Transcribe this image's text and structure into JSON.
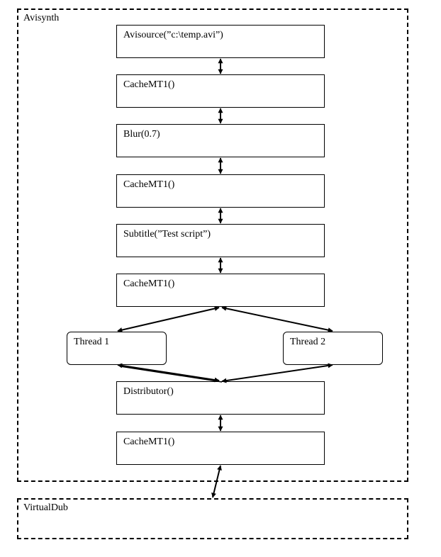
{
  "containers": {
    "avisynth": "Avisynth",
    "virtualdub": "VirtualDub"
  },
  "filters": [
    "Avisource(”c:\\temp.avi”)",
    "CacheMT1()",
    "Blur(0.7)",
    "CacheMT1()",
    "Subtitle(”Test script”)",
    "CacheMT1()"
  ],
  "threads": [
    "Thread 1",
    "Thread 2"
  ],
  "lower_filters": [
    "Distributor()",
    "CacheMT1()"
  ]
}
